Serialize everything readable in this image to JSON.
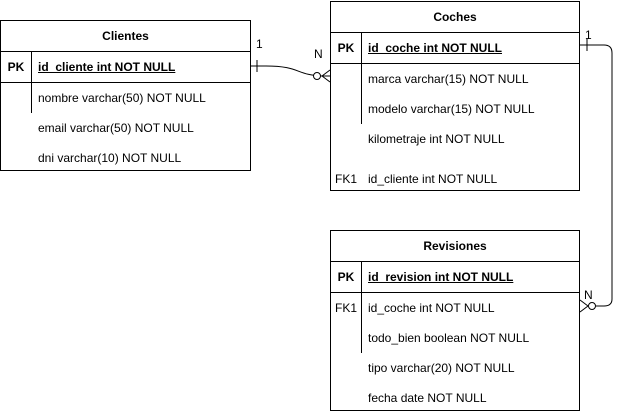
{
  "tables": {
    "clientes": {
      "title": "Clientes",
      "rows": [
        {
          "key": "PK",
          "field": "id_cliente int NOT NULL"
        },
        {
          "key": "",
          "field": "nombre varchar(50) NOT NULL"
        },
        {
          "key": "",
          "field": "email varchar(50) NOT NULL"
        },
        {
          "key": "",
          "field": "dni varchar(10) NOT NULL"
        }
      ]
    },
    "coches": {
      "title": "Coches",
      "rows": [
        {
          "key": "PK",
          "field": "id_coche int NOT NULL"
        },
        {
          "key": "",
          "field": "marca varchar(15) NOT NULL"
        },
        {
          "key": "",
          "field": "modelo varchar(15) NOT NULL"
        },
        {
          "key": "",
          "field": "kilometraje int NOT NULL"
        },
        {
          "key": "FK1",
          "field": "id_cliente int NOT NULL"
        }
      ]
    },
    "revisiones": {
      "title": "Revisiones",
      "rows": [
        {
          "key": "PK",
          "field": "id_revision int NOT NULL"
        },
        {
          "key": "FK1",
          "field": "id_coche int NOT NULL"
        },
        {
          "key": "",
          "field": "todo_bien boolean NOT NULL"
        },
        {
          "key": "",
          "field": "tipo varchar(20) NOT NULL"
        },
        {
          "key": "",
          "field": "fecha date NOT NULL"
        }
      ]
    }
  },
  "relations": {
    "clientes_coches": {
      "from_card": "1",
      "to_card": "N"
    },
    "coches_revisiones": {
      "from_card": "1",
      "to_card": "N"
    }
  }
}
